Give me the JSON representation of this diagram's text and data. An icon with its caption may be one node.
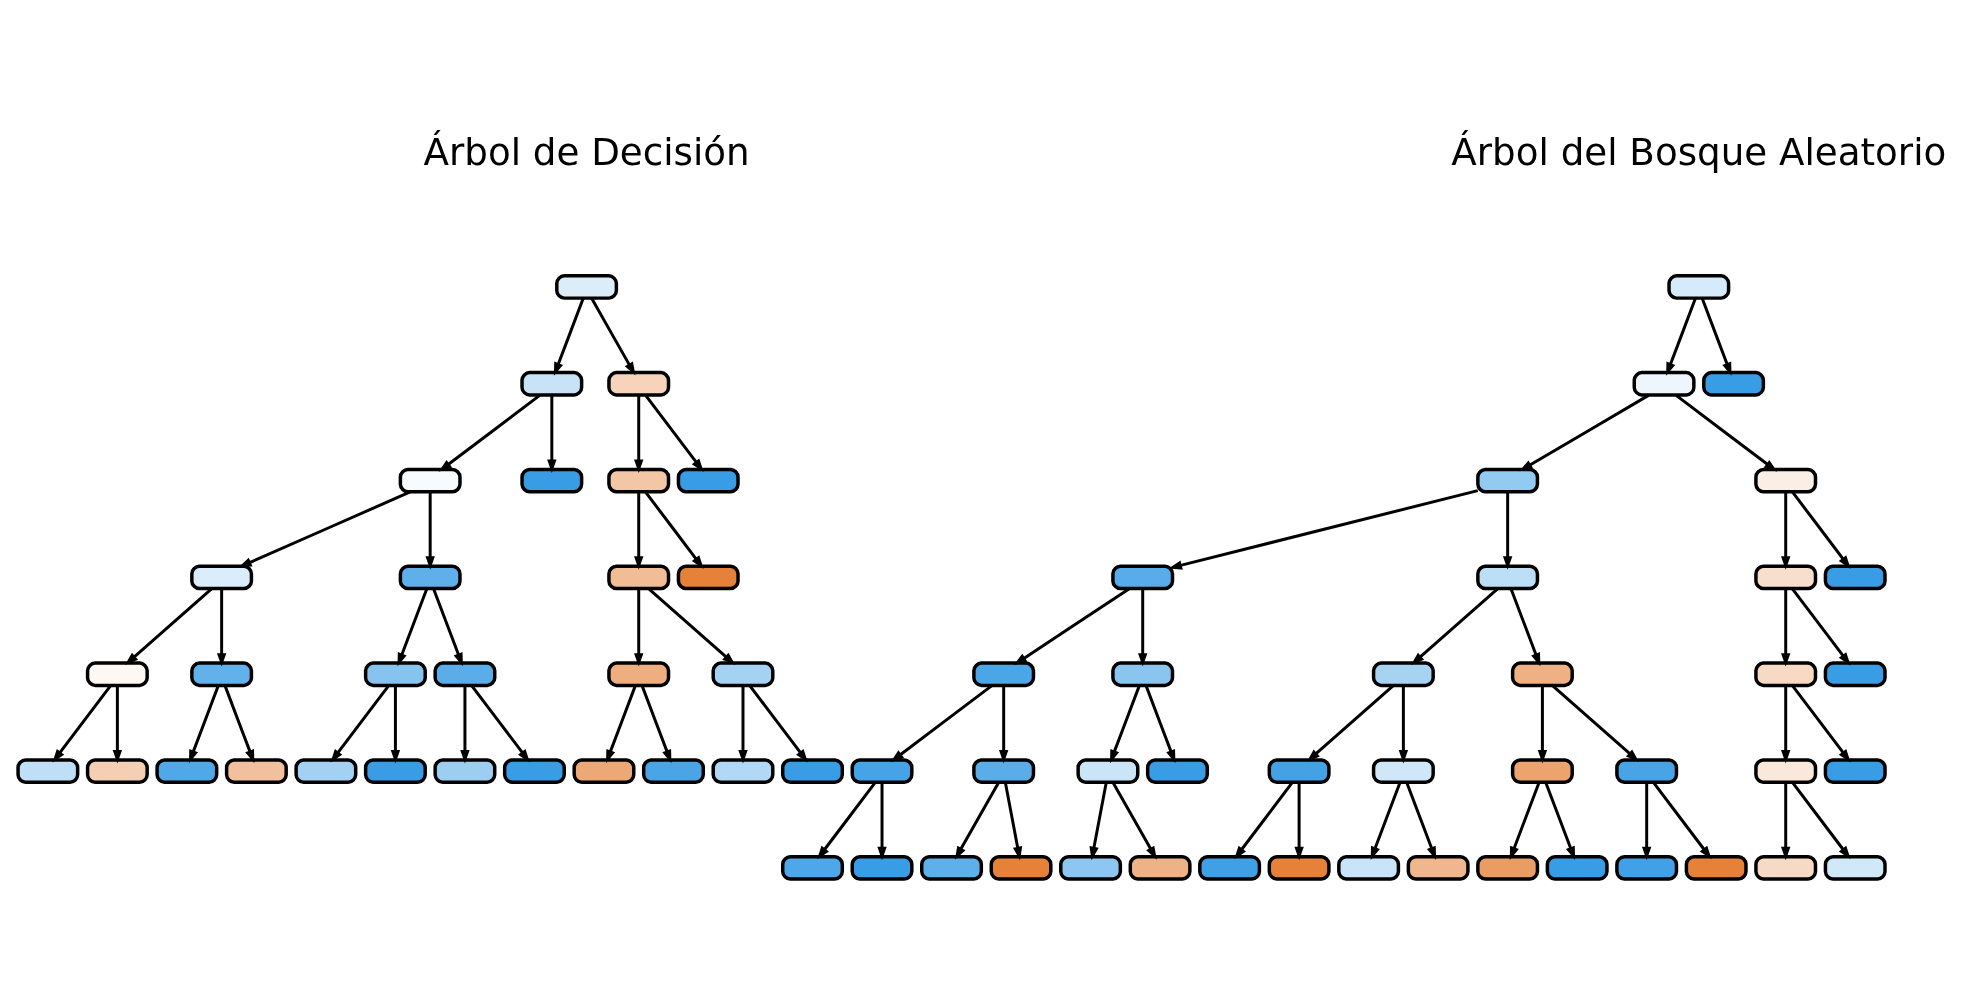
{
  "diagram": {
    "nodes": [
      {
        "text": [],
        "shape": "box"
      },
      {
        "text": [],
        "shape": "box"
      },
      {
        "text": [],
        "shape": "box"
      },
      {
        "text": [],
        "shape": "box"
      },
      {
        "text": [],
        "shape": "box"
      },
      {
        "text": [],
        "shape": "box"
      },
      {
        "text": [],
        "shape": "box"
      },
      {
        "text": [],
        "shape": "box"
      },
      {
        "text": [],
        "shape": "box"
      },
      {
        "text": [],
        "shape": "box"
      },
      {
        "text": [],
        "shape": "box"
      },
      {
        "text": [],
        "shape": "box"
      },
      {
        "text": [],
        "shape": "box"
      },
      {
        "text": [],
        "shape": "box"
      },
      {
        "text": [],
        "shape": "box"
      },
      {
        "text": [],
        "shape": "box"
      },
      {
        "text": [],
        "shape": "box"
      },
      {
        "text": [],
        "shape": "box"
      },
      {
        "text": [],
        "shape": "box"
      },
      {
        "text": [],
        "shape": "box"
      },
      {
        "text": [],
        "shape": "box"
      },
      {
        "text": [],
        "shape": "box"
      },
      {
        "text": [],
        "shape": "box"
      },
      {
        "text": [],
        "shape": "box"
      },
      {
        "text": [],
        "shape": "box"
      },
      {
        "text": [],
        "shape": "box"
      },
      {
        "text": [],
        "shape": "box"
      },
      {
        "text": [],
        "shape": "box"
      },
      {
        "text": [],
        "shape": "box"
      },
      {
        "text": [],
        "shape": "box"
      },
      {
        "text": [],
        "shape": "box"
      },
      {
        "text": [],
        "shape": "box"
      },
      {
        "text": [],
        "shape": "box"
      },
      {
        "text": [],
        "shape": "box"
      },
      {
        "text": [],
        "shape": "box"
      },
      {
        "text": [],
        "shape": "box"
      },
      {
        "text": [],
        "shape": "box"
      },
      {
        "text": [],
        "shape": "box"
      },
      {
        "text": [],
        "shape": "box"
      },
      {
        "text": [],
        "shape": "box"
      },
      {
        "text": [],
        "shape": "box"
      },
      {
        "text": [],
        "shape": "box"
      },
      {
        "text": [],
        "shape": "box"
      },
      {
        "text": [],
        "shape": "box"
      },
      {
        "text": [],
        "shape": "box"
      },
      {
        "text": [],
        "shape": "box"
      },
      {
        "text": [],
        "shape": "box"
      },
      {
        "text": [],
        "shape": "box"
      },
      {
        "text": [],
        "shape": "box"
      },
      {
        "text": [],
        "shape": "box"
      },
      {
        "text": [],
        "shape": "box"
      },
      {
        "text": [],
        "shape": "box"
      },
      {
        "text": [],
        "shape": "box"
      },
      {
        "text": [],
        "shape": "box"
      },
      {
        "text": [],
        "shape": "box"
      },
      {
        "text": [],
        "shape": "box"
      },
      {
        "text": [],
        "shape": "box"
      },
      {
        "text": [],
        "shape": "box"
      },
      {
        "text": [],
        "shape": "box"
      },
      {
        "text": [],
        "shape": "box"
      },
      {
        "text": [],
        "shape": "box"
      },
      {
        "text": [],
        "shape": "box"
      },
      {
        "text": [],
        "shape": "box"
      },
      {
        "text": [],
        "shape": "box"
      },
      {
        "text": [],
        "shape": "box"
      },
      {
        "text": [],
        "shape": "box"
      },
      {
        "text": [],
        "shape": "box"
      },
      {
        "text": [],
        "shape": "box"
      },
      {
        "text": [],
        "shape": "box"
      },
      {
        "text": [],
        "shape": "box"
      }
    ],
    "edges": [
      {
        "from": 0,
        "to": 1,
        "arrow": "to"
      },
      {
        "from": 0,
        "to": 2,
        "arrow": "to"
      },
      {
        "from": 1,
        "to": 3,
        "arrow": "to"
      },
      {
        "from": 1,
        "to": 4,
        "arrow": "to"
      },
      {
        "from": 2,
        "to": 5,
        "arrow": "to"
      },
      {
        "from": 2,
        "to": 6,
        "arrow": "to"
      },
      {
        "from": 3,
        "to": 7,
        "arrow": "to"
      },
      {
        "from": 3,
        "to": 8,
        "arrow": "to"
      },
      {
        "from": 5,
        "to": 9,
        "arrow": "to"
      },
      {
        "from": 5,
        "to": 10,
        "arrow": "to"
      },
      {
        "from": 7,
        "to": 11,
        "arrow": "to"
      },
      {
        "from": 7,
        "to": 12,
        "arrow": "to"
      },
      {
        "from": 8,
        "to": 13,
        "arrow": "to"
      },
      {
        "from": 8,
        "to": 14,
        "arrow": "to"
      },
      {
        "from": 9,
        "to": 15,
        "arrow": "to"
      },
      {
        "from": 9,
        "to": 16,
        "arrow": "to"
      },
      {
        "from": 11,
        "to": 17,
        "arrow": "to"
      },
      {
        "from": 11,
        "to": 18,
        "arrow": "to"
      },
      {
        "from": 12,
        "to": 19,
        "arrow": "to"
      },
      {
        "from": 12,
        "to": 20,
        "arrow": "to"
      },
      {
        "from": 13,
        "to": 21,
        "arrow": "to"
      },
      {
        "from": 13,
        "to": 22,
        "arrow": "to"
      },
      {
        "from": 14,
        "to": 23,
        "arrow": "to"
      },
      {
        "from": 14,
        "to": 24,
        "arrow": "to"
      },
      {
        "from": 15,
        "to": 25,
        "arrow": "to"
      },
      {
        "from": 15,
        "to": 26,
        "arrow": "to"
      },
      {
        "from": 16,
        "to": 27,
        "arrow": "to"
      },
      {
        "from": 16,
        "to": 28,
        "arrow": "to"
      },
      {
        "from": 29,
        "to": 30,
        "arrow": "to"
      },
      {
        "from": 29,
        "to": 31,
        "arrow": "to"
      },
      {
        "from": 30,
        "to": 32,
        "arrow": "to"
      },
      {
        "from": 30,
        "to": 33,
        "arrow": "to"
      },
      {
        "from": 32,
        "to": 34,
        "arrow": "to"
      },
      {
        "from": 32,
        "to": 35,
        "arrow": "to"
      },
      {
        "from": 33,
        "to": 36,
        "arrow": "to"
      },
      {
        "from": 33,
        "to": 37,
        "arrow": "to"
      },
      {
        "from": 34,
        "to": 38,
        "arrow": "to"
      },
      {
        "from": 34,
        "to": 39,
        "arrow": "to"
      },
      {
        "from": 35,
        "to": 40,
        "arrow": "to"
      },
      {
        "from": 35,
        "to": 41,
        "arrow": "to"
      },
      {
        "from": 36,
        "to": 42,
        "arrow": "to"
      },
      {
        "from": 36,
        "to": 43,
        "arrow": "to"
      },
      {
        "from": 38,
        "to": 44,
        "arrow": "to"
      },
      {
        "from": 38,
        "to": 45,
        "arrow": "to"
      },
      {
        "from": 39,
        "to": 46,
        "arrow": "to"
      },
      {
        "from": 39,
        "to": 47,
        "arrow": "to"
      },
      {
        "from": 40,
        "to": 48,
        "arrow": "to"
      },
      {
        "from": 40,
        "to": 49,
        "arrow": "to"
      },
      {
        "from": 41,
        "to": 50,
        "arrow": "to"
      },
      {
        "from": 41,
        "to": 51,
        "arrow": "to"
      },
      {
        "from": 42,
        "to": 52,
        "arrow": "to"
      },
      {
        "from": 42,
        "to": 53,
        "arrow": "to"
      },
      {
        "from": 44,
        "to": 54,
        "arrow": "to"
      },
      {
        "from": 44,
        "to": 55,
        "arrow": "to"
      },
      {
        "from": 45,
        "to": 56,
        "arrow": "to"
      },
      {
        "from": 45,
        "to": 57,
        "arrow": "to"
      },
      {
        "from": 46,
        "to": 58,
        "arrow": "to"
      },
      {
        "from": 46,
        "to": 59,
        "arrow": "to"
      },
      {
        "from": 48,
        "to": 60,
        "arrow": "to"
      },
      {
        "from": 48,
        "to": 61,
        "arrow": "to"
      },
      {
        "from": 49,
        "to": 62,
        "arrow": "to"
      },
      {
        "from": 49,
        "to": 63,
        "arrow": "to"
      },
      {
        "from": 50,
        "to": 64,
        "arrow": "to"
      },
      {
        "from": 50,
        "to": 65,
        "arrow": "to"
      },
      {
        "from": 51,
        "to": 66,
        "arrow": "to"
      },
      {
        "from": 51,
        "to": 67,
        "arrow": "to"
      },
      {
        "from": 52,
        "to": 68,
        "arrow": "to"
      },
      {
        "from": 52,
        "to": 69,
        "arrow": "to"
      }
    ],
    "labels": [
      "Árbol de Decisión",
      "Árbol del Bosque Aleatorio"
    ]
  }
}
